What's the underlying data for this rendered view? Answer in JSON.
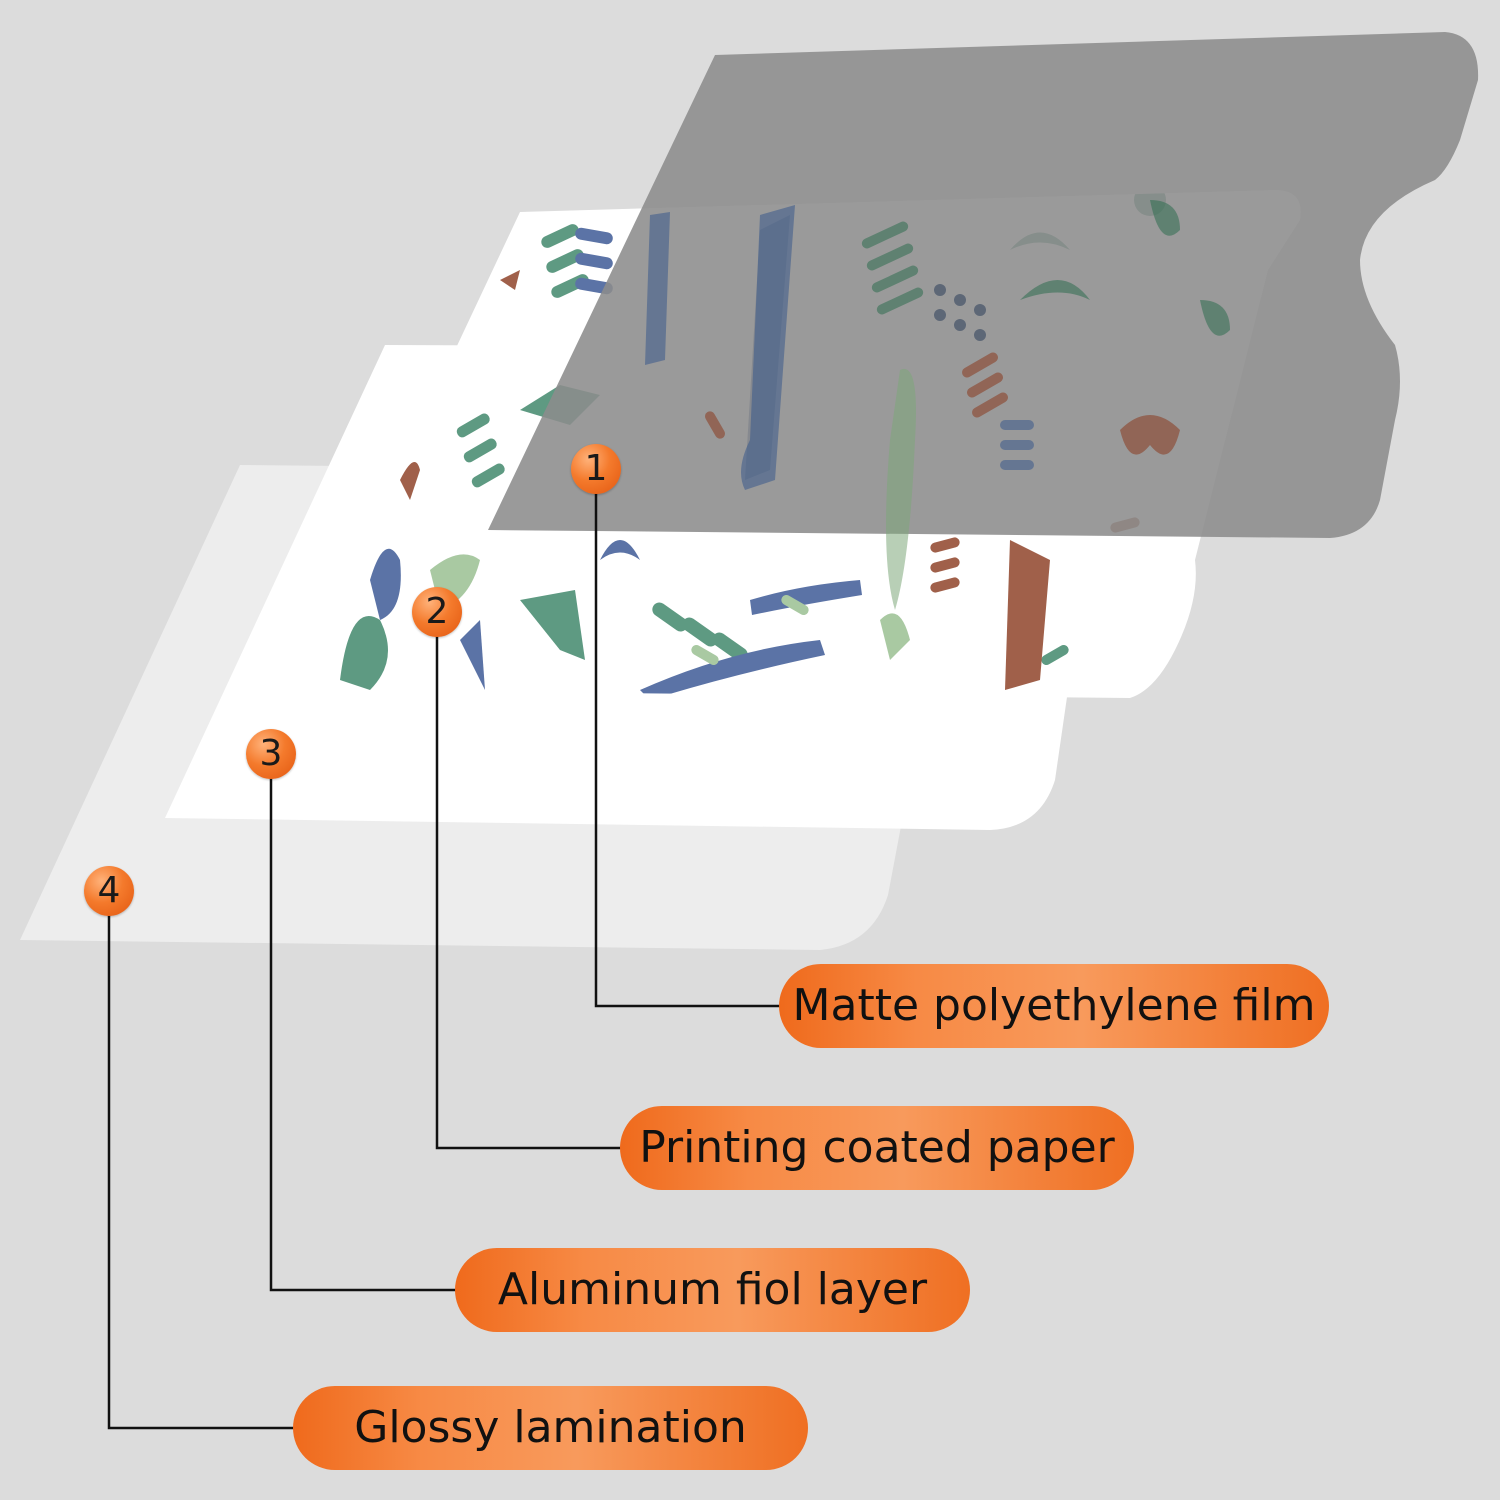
{
  "layers": [
    {
      "number": "1",
      "label": "Matte polyethylene film"
    },
    {
      "number": "2",
      "label": "Printing coated paper"
    },
    {
      "number": "3",
      "label": "Aluminum fiol layer"
    },
    {
      "number": "4",
      "label": "Glossy lamination"
    }
  ],
  "colors": {
    "background": "#dcdcdc",
    "accent_orange": "#f47a2c",
    "film_gray": "#8c8c8c",
    "pattern_green": "#5e9a82",
    "pattern_blue": "#5b73a6",
    "pattern_brown": "#a0604a",
    "pattern_sage": "#a9c9a2"
  }
}
